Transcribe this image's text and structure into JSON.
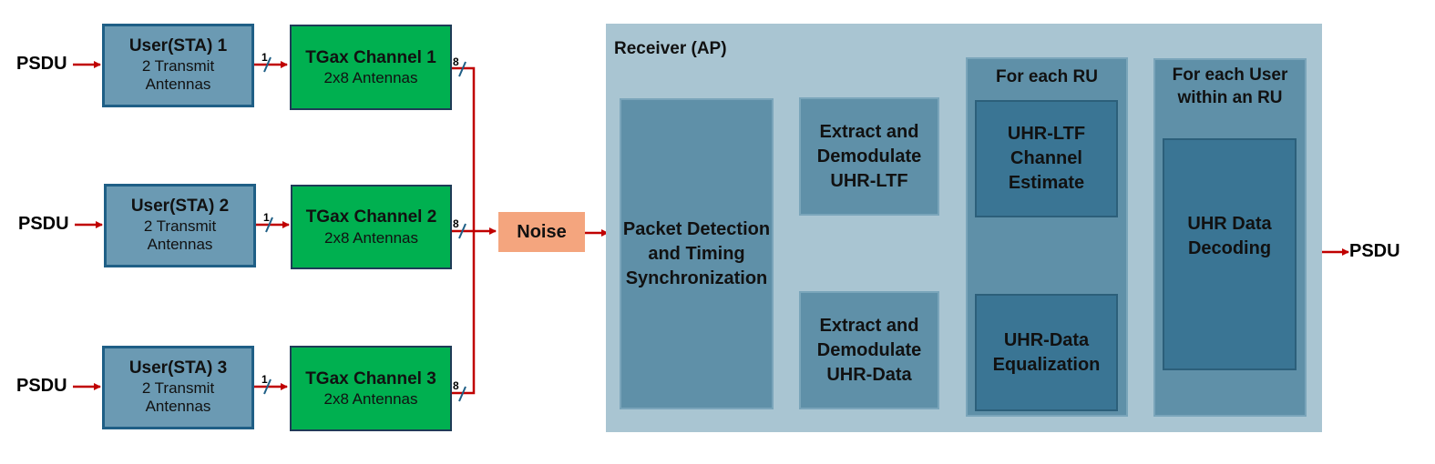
{
  "transmitters": [
    {
      "source_label": "PSDU",
      "user_title": "User(STA) 1",
      "user_desc": "2 Transmit Antennas",
      "channel_title": "TGax Channel 1",
      "channel_desc": "2x8 Antennas",
      "in_streams": "1",
      "out_streams": "8"
    },
    {
      "source_label": "PSDU",
      "user_title": "User(STA) 2",
      "user_desc": "2 Transmit Antennas",
      "channel_title": "TGax Channel 2",
      "channel_desc": "2x8 Antennas",
      "in_streams": "1",
      "out_streams": "8"
    },
    {
      "source_label": "PSDU",
      "user_title": "User(STA) 3",
      "user_desc": "2 Transmit Antennas",
      "channel_title": "TGax Channel 3",
      "channel_desc": "2x8 Antennas",
      "in_streams": "1",
      "out_streams": "8"
    }
  ],
  "noise_label": "Noise",
  "receiver": {
    "title": "Receiver (AP)",
    "packet_detection": "Packet Detection and Timing Synchronization",
    "extract_ltf": "Extract and Demodulate UHR-LTF",
    "extract_data": "Extract and Demodulate UHR-Data",
    "per_ru": {
      "title": "For each RU",
      "channel_estimate": "UHR-LTF Channel Estimate",
      "equalization": "UHR-Data Equalization"
    },
    "per_user": {
      "title": "For each User within an RU",
      "decoding": "UHR Data Decoding"
    }
  },
  "output_label": "PSDU",
  "colors": {
    "arrow": "#c00000",
    "user_fill": "#6b9ab3",
    "user_border": "#1f5f86",
    "channel_fill": "#00b050",
    "noise_fill": "#f4a57e",
    "receiver_fill": "#a9c5d2",
    "block_fill": "#5f90a8",
    "inner_fill": "#3a7594",
    "slash": "#1f5f86"
  }
}
